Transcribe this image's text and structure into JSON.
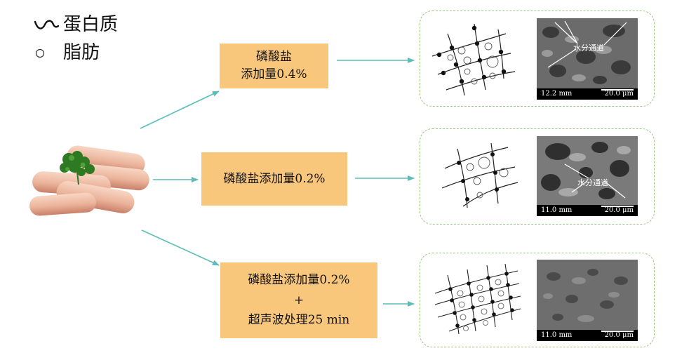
{
  "legend": {
    "protein_label": "蛋白质",
    "fat_label": "脂肪"
  },
  "conditions": [
    {
      "line1": "磷酸盐",
      "line2": "添加量0.4%"
    },
    {
      "line1": "磷酸盐添加量0.2%"
    },
    {
      "line1": "磷酸盐添加量0.2%",
      "plus": "+",
      "line3": "超声波处理25 min"
    }
  ],
  "sem_images": [
    {
      "water_label": "水分通道",
      "left_scale": "12.2 mm",
      "right_scale": "20.0 μm"
    },
    {
      "water_label": "水分通道",
      "left_scale": "11.0 mm",
      "right_scale": "20.0 μm"
    },
    {
      "left_scale": "11.0 mm",
      "right_scale": "20.0 μm"
    }
  ],
  "colors": {
    "box_fill": "#F9C77B",
    "arrow": "#5BBDB8",
    "panel_border": "#9DC37E"
  }
}
